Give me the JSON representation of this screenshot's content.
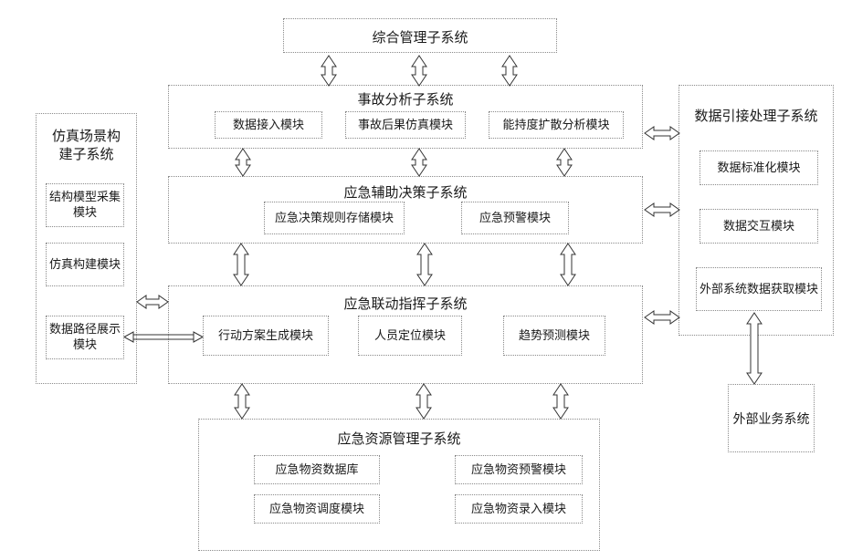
{
  "systems": {
    "integrated_mgmt": {
      "title": "综合管理子系统"
    },
    "accident_analysis": {
      "title": "事故分析子系统",
      "modules": [
        "数据接入模块",
        "事故后果仿真模块",
        "能持度扩散分析模块"
      ]
    },
    "decision_support": {
      "title": "应急辅助决策子系统",
      "modules": [
        "应急决策规则存储模块",
        "应急预警模块"
      ]
    },
    "linkage_command": {
      "title": "应急联动指挥子系统",
      "modules": [
        "行动方案生成模块",
        "人员定位模块",
        "趋势预测模块"
      ]
    },
    "resource_mgmt": {
      "title": "应急资源管理子系统",
      "modules": [
        "应急物资数据库",
        "应急物资预警模块",
        "应急物资调度模块",
        "应急物资录入模块"
      ]
    },
    "simulation_scene": {
      "title": "仿真场景构建子系统",
      "modules": [
        "结构模型采集模块",
        "仿真构建模块",
        "数据路径展示模块"
      ]
    },
    "data_interface": {
      "title": "数据引接处理子系统",
      "modules": [
        "数据标准化模块",
        "数据交互模块",
        "外部系统数据获取模块"
      ]
    },
    "external_business": {
      "title": "外部业务系统"
    }
  }
}
